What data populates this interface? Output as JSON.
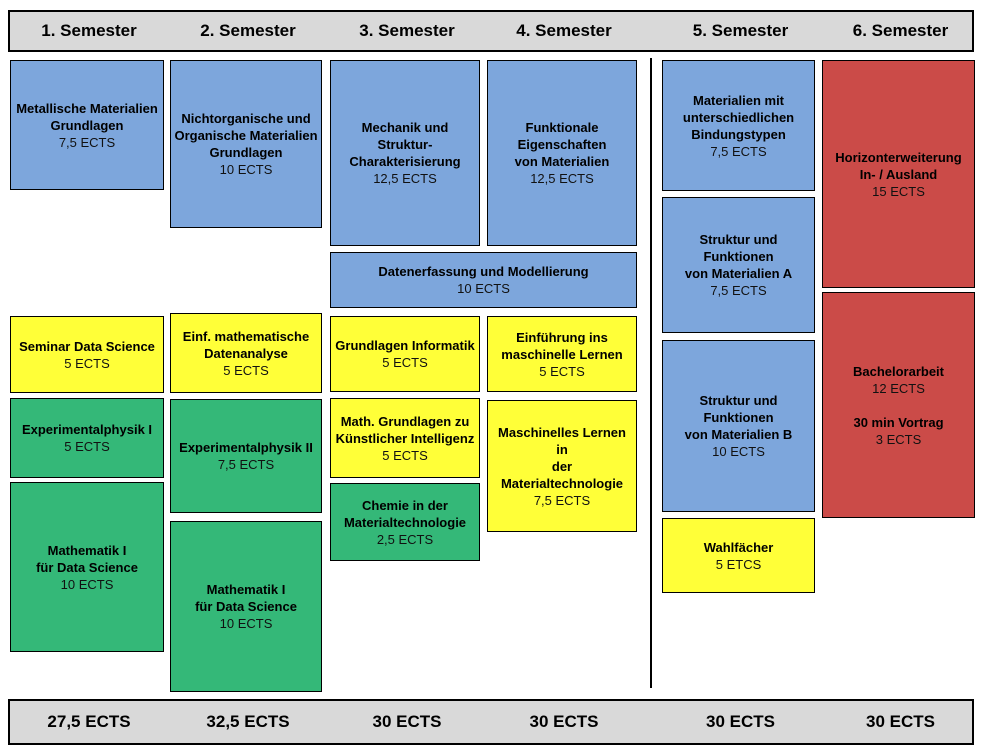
{
  "palette": {
    "blue": "#7DA6DC",
    "yellow": "#FFFF38",
    "green": "#34B878",
    "red": "#CB4B48",
    "bar_bg": "#D9D9D9",
    "border": "#000000"
  },
  "header": {
    "semesters": [
      "1. Semester",
      "2. Semester",
      "3. Semester",
      "4. Semester",
      "5. Semester",
      "6. Semester"
    ]
  },
  "footer": {
    "totals": [
      "27,5 ECTS",
      "32,5 ECTS",
      "30 ECTS",
      "30 ECTS",
      "30 ECTS",
      "30 ECTS"
    ]
  },
  "courses": [
    {
      "semester": 1,
      "color": "blue",
      "title": "Metallische Materialien\nGrundlagen",
      "ects": "7,5 ECTS"
    },
    {
      "semester": 2,
      "color": "blue",
      "title": "Nichtorganische und\nOrganische Materialien\nGrundlagen",
      "ects": "10 ECTS"
    },
    {
      "semester": 3,
      "color": "blue",
      "title": "Mechanik und Struktur-\nCharakterisierung",
      "ects": "12,5 ECTS"
    },
    {
      "semester": 4,
      "color": "blue",
      "title": "Funktionale\nEigenschaften\nvon Materialien",
      "ects": "12,5 ECTS"
    },
    {
      "semester": "3-4",
      "color": "blue",
      "title": "Datenerfassung und Modellierung",
      "ects": "10 ECTS"
    },
    {
      "semester": 1,
      "color": "yellow",
      "title": "Seminar Data Science",
      "ects": "5 ECTS"
    },
    {
      "semester": 2,
      "color": "yellow",
      "title": "Einf. mathematische\nDatenanalyse",
      "ects": "5 ECTS"
    },
    {
      "semester": 3,
      "color": "yellow",
      "title": "Grundlagen Informatik",
      "ects": "5 ECTS"
    },
    {
      "semester": 4,
      "color": "yellow",
      "title": "Einführung ins\nmaschinelle Lernen",
      "ects": "5 ECTS"
    },
    {
      "semester": 1,
      "color": "green",
      "title": "Experimentalphysik I",
      "ects": "5 ECTS"
    },
    {
      "semester": 2,
      "color": "green",
      "title": "Experimentalphysik II",
      "ects": "7,5 ECTS"
    },
    {
      "semester": 3,
      "color": "yellow",
      "title": "Math. Grundlagen zu\nKünstlicher Intelligenz",
      "ects": "5 ECTS"
    },
    {
      "semester": 4,
      "color": "yellow",
      "title": "Maschinelles Lernen in\nder Materialtechnologie",
      "ects": "7,5 ECTS"
    },
    {
      "semester": 1,
      "color": "green",
      "title": "Mathematik I\nfür Data Science",
      "ects": "10 ECTS"
    },
    {
      "semester": 2,
      "color": "green",
      "title": "Mathematik I\nfür Data Science",
      "ects": "10 ECTS"
    },
    {
      "semester": 3,
      "color": "green",
      "title": "Chemie in der\nMaterialtechnologie",
      "ects": "2,5 ECTS"
    },
    {
      "semester": 5,
      "color": "blue",
      "title": "Materialien mit\nunterschiedlichen\nBindungstypen",
      "ects": "7,5 ECTS"
    },
    {
      "semester": 5,
      "color": "blue",
      "title": "Struktur und\nFunktionen\nvon Materialien A",
      "ects": "7,5 ECTS"
    },
    {
      "semester": 5,
      "color": "blue",
      "title": "Struktur und\nFunktionen\nvon Materialien B",
      "ects": "10 ECTS"
    },
    {
      "semester": 5,
      "color": "yellow",
      "title": "Wahlfächer",
      "ects": "5 ETCS"
    },
    {
      "semester": 6,
      "color": "red",
      "title": "Horizonterweiterung\nIn- / Ausland",
      "ects": "15 ECTS"
    },
    {
      "semester": 6,
      "color": "red",
      "title": "Bachelorarbeit",
      "ects": "12 ECTS",
      "title2": "30 min Vortrag",
      "ects2": "3 ECTS"
    }
  ]
}
